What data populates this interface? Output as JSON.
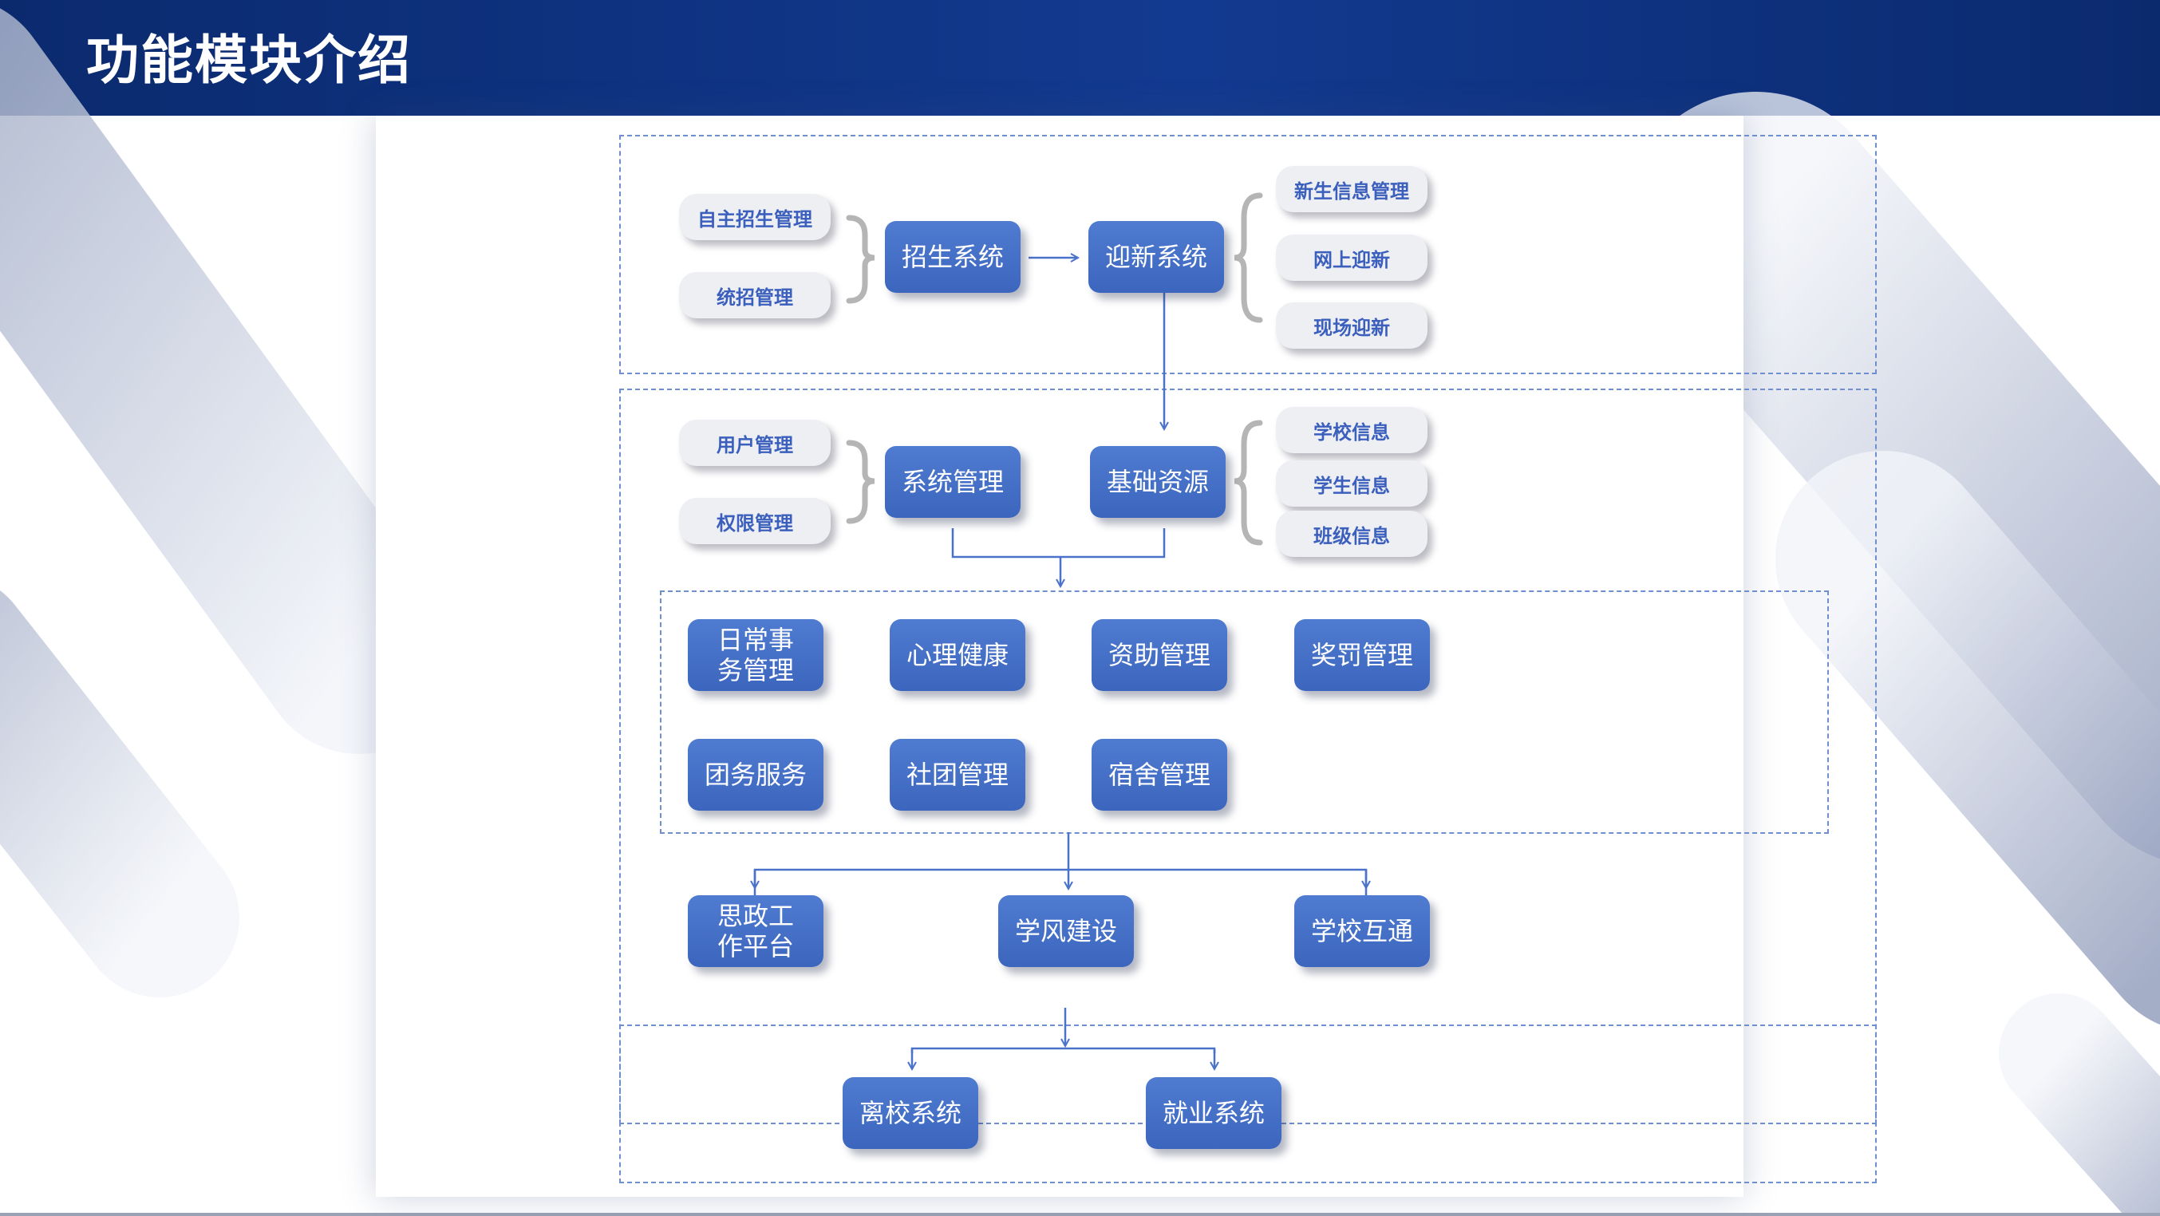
{
  "header": {
    "title": "功能模块介绍"
  },
  "colors": {
    "header": "#0b2a6e",
    "node": "#4573cc",
    "leaf_bg": "#eeeff3",
    "leaf_text": "#3b5fbd",
    "dash": "#6f8fcf"
  },
  "diagram": {
    "recruit_leaves": [
      "自主招生管理",
      "统招管理"
    ],
    "recruit_system": "招生系统",
    "welcome_system": "迎新系统",
    "welcome_leaves": [
      "新生信息管理",
      "网上迎新",
      "现场迎新"
    ],
    "admin_leaves": [
      "用户管理",
      "权限管理"
    ],
    "system_admin": "系统管理",
    "base_resources": "基础资源",
    "resource_leaves": [
      "学校信息",
      "学生信息",
      "班级信息"
    ],
    "modules": [
      "日常事务管理",
      "心理健康",
      "资助管理",
      "奖罚管理",
      "团务服务",
      "社团管理",
      "宿舍管理"
    ],
    "platforms": [
      "思政工作平台",
      "学风建设",
      "学校互通"
    ],
    "final_systems": [
      "离校系统",
      "就业系统"
    ]
  }
}
